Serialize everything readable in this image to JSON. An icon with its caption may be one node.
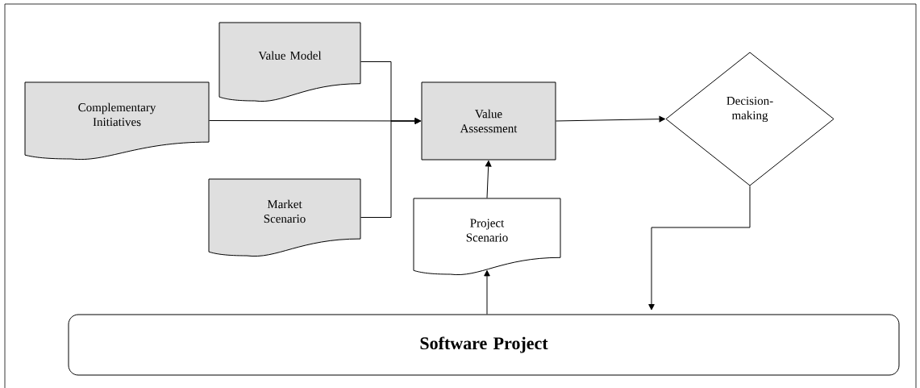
{
  "diagram": {
    "nodes": [
      {
        "text": [
          "Value Model"
        ]
      },
      {
        "text": [
          "Complementary Initiatives"
        ]
      },
      {
        "text": [
          "Value Assessment"
        ]
      },
      {
        "text": [
          "Decision-making"
        ]
      },
      {
        "text": [
          "Market Scenario"
        ]
      },
      {
        "text": [
          "Project Scenario"
        ]
      },
      {
        "text": [
          "Software Project"
        ]
      }
    ],
    "edges": [
      {
        "from": 0,
        "to": 2,
        "arrow": "to"
      },
      {
        "from": 1,
        "to": 2,
        "arrow": "to"
      },
      {
        "from": 4,
        "to": 2,
        "arrow": "to"
      },
      {
        "from": 2,
        "to": 3,
        "arrow": "to"
      },
      {
        "from": 5,
        "to": 2,
        "arrow": "to"
      },
      {
        "from": 6,
        "to": 5,
        "arrow": "to"
      },
      {
        "from": 3,
        "to": 6,
        "arrow": "to"
      }
    ]
  }
}
